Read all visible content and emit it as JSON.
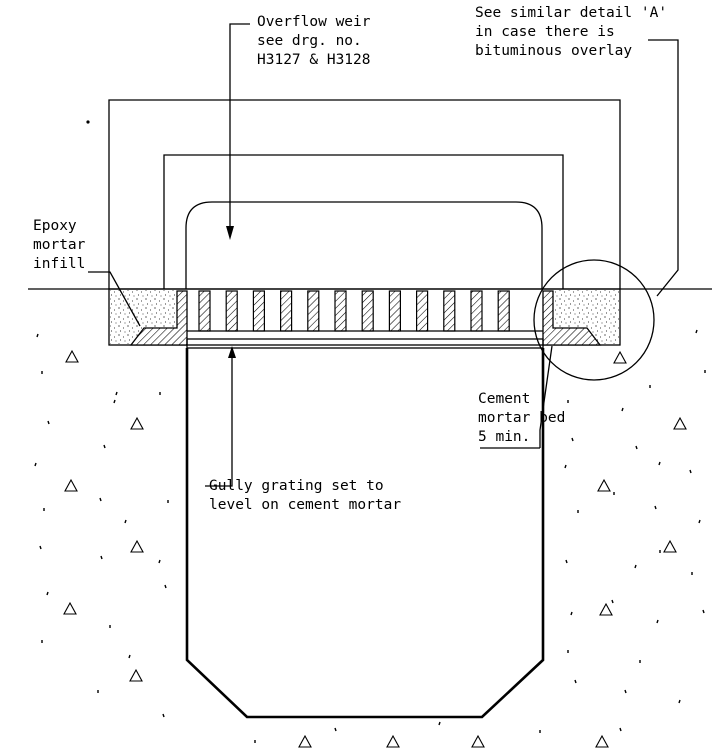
{
  "labels": {
    "overflow_weir": [
      "Overflow weir",
      "see drg. no.",
      "H3127 & H3128"
    ],
    "similar_detail": [
      "See similar detail 'A'",
      "in case there is",
      "bituminous overlay"
    ],
    "epoxy": [
      "Epoxy",
      "mortar",
      "infill"
    ],
    "cement_bed": [
      "Cement",
      "mortar bed",
      "5 min."
    ],
    "gully_grating": [
      "Gully grating set to",
      "level on cement mortar"
    ]
  },
  "colors": {
    "ink": "#000000",
    "paper": "#ffffff"
  }
}
